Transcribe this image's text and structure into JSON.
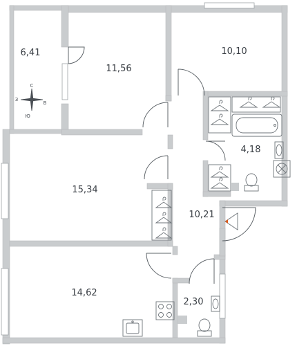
{
  "colors": {
    "wall": "#c9ccce",
    "wall_edge": "#b7babd",
    "fixture": "#6d7378",
    "door": "#5f656a",
    "accent": "#e05a1a",
    "text": "#3a3f45"
  },
  "rooms": [
    {
      "id": "balcony",
      "area": "6,41"
    },
    {
      "id": "room-top-middle",
      "area": "11,56"
    },
    {
      "id": "room-top-right",
      "area": "10,10"
    },
    {
      "id": "bathroom",
      "area": "4,18"
    },
    {
      "id": "room-middle-left",
      "area": "15,34"
    },
    {
      "id": "hallway",
      "area": "10,21"
    },
    {
      "id": "room-bottom-left",
      "area": "14,62"
    },
    {
      "id": "wc",
      "area": "2,30"
    }
  ],
  "compass": {
    "north": "С",
    "south": "Ю",
    "west": "З",
    "east": "В"
  },
  "icons": [
    "hanger-icon",
    "bathtub-icon",
    "sink-icon",
    "toilet-icon",
    "washing-machine-icon",
    "stove-icon",
    "kitchen-sink-icon",
    "entrance-marker-icon"
  ]
}
